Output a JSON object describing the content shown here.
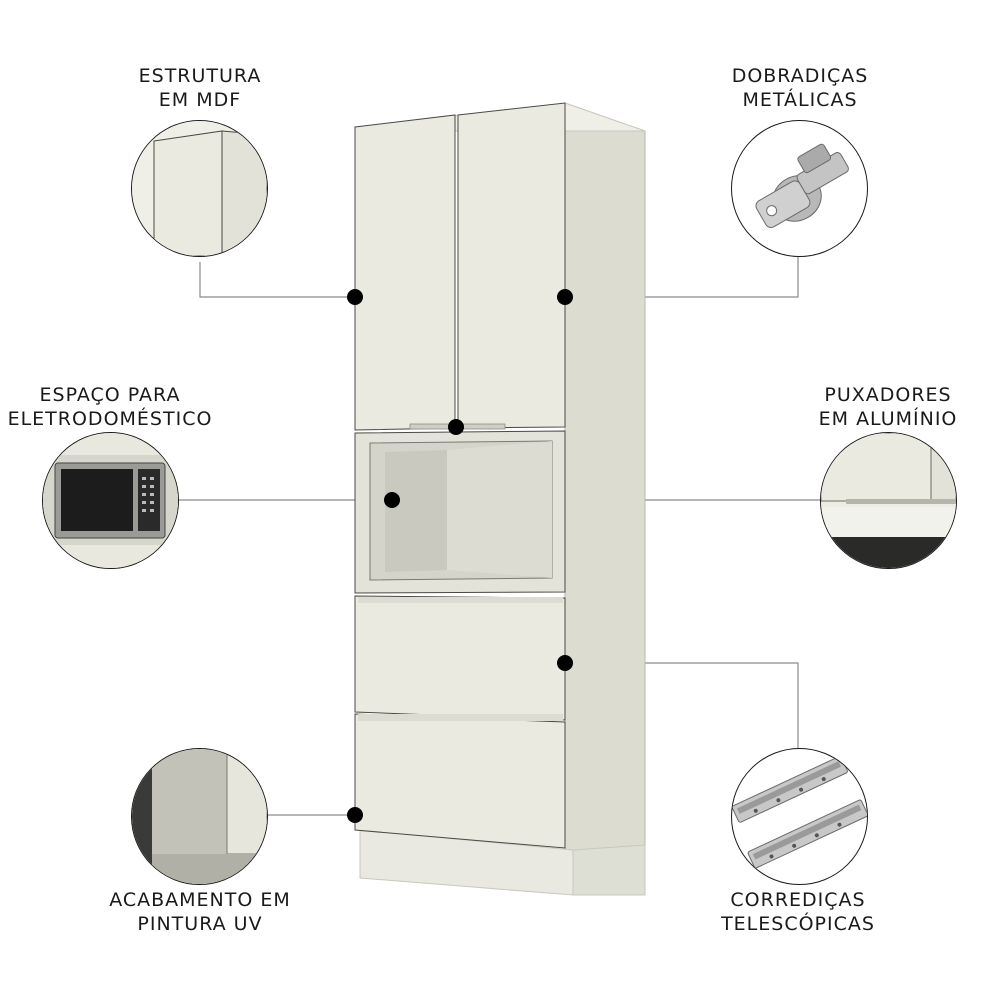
{
  "colors": {
    "cabinet": "#e6e6dc",
    "cabinet_front": "#eaeae1",
    "cabinet_side": "#dcdcd1",
    "outline": "#4a4a45",
    "line": "#8a8a8a",
    "dot": "#000000",
    "text": "#1a1a1a"
  },
  "features": {
    "estrutura": {
      "line1": "ESTRUTURA",
      "line2": "EM MDF",
      "icon": "mdf-panel-closeup"
    },
    "dobradicas": {
      "line1": "DOBRADIÇAS",
      "line2": "METÁLICAS",
      "icon": "metal-hinge"
    },
    "espaco": {
      "line1": "ESPAÇO PARA",
      "line2": "ELETRODOMÉSTICO",
      "icon": "microwave-niche"
    },
    "puxadores": {
      "line1": "PUXADORES",
      "line2": "EM ALUMÍNIO",
      "icon": "aluminum-handle"
    },
    "acabamento": {
      "line1": "ACABAMENTO EM",
      "line2": "PINTURA UV",
      "icon": "uv-finish-closeup"
    },
    "corredicas": {
      "line1": "CORREDIÇAS",
      "line2": "TELESCÓPICAS",
      "icon": "telescopic-slide"
    }
  }
}
